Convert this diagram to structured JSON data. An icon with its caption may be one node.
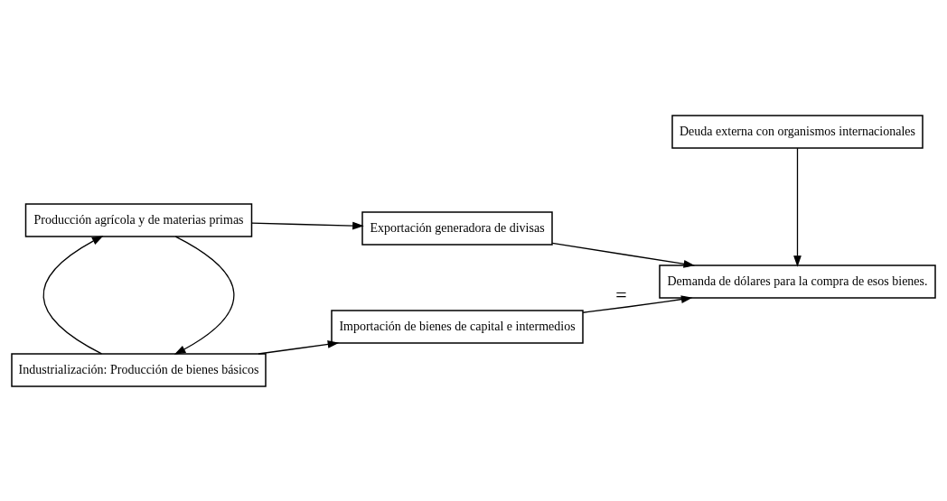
{
  "diagram": {
    "nodes": [
      {
        "text": [
          "Industrialización: Producción de bienes básicos"
        ]
      },
      {
        "text": [
          "Importación de bienes de capital e intermedios"
        ]
      },
      {
        "text": [
          "Demanda de dólares para la compra de esos bienes."
        ]
      },
      {
        "text": [
          "Producción agrícola y de materias primas"
        ]
      },
      {
        "text": [
          "Exportación generadora de divisas"
        ]
      },
      {
        "text": [
          "Deuda externa con organismos internacionales"
        ]
      }
    ],
    "edges": [
      {
        "from": 0,
        "to": 1,
        "arrow": "to"
      },
      {
        "from": 1,
        "to": 2,
        "arrow": "to",
        "label": "="
      },
      {
        "from": 3,
        "to": 0,
        "arrow": "to"
      },
      {
        "from": 0,
        "to": 3,
        "arrow": "to"
      },
      {
        "from": 3,
        "to": 4,
        "arrow": "to"
      },
      {
        "from": 4,
        "to": 2,
        "arrow": "to"
      },
      {
        "from": 5,
        "to": 2,
        "arrow": "to"
      }
    ]
  }
}
